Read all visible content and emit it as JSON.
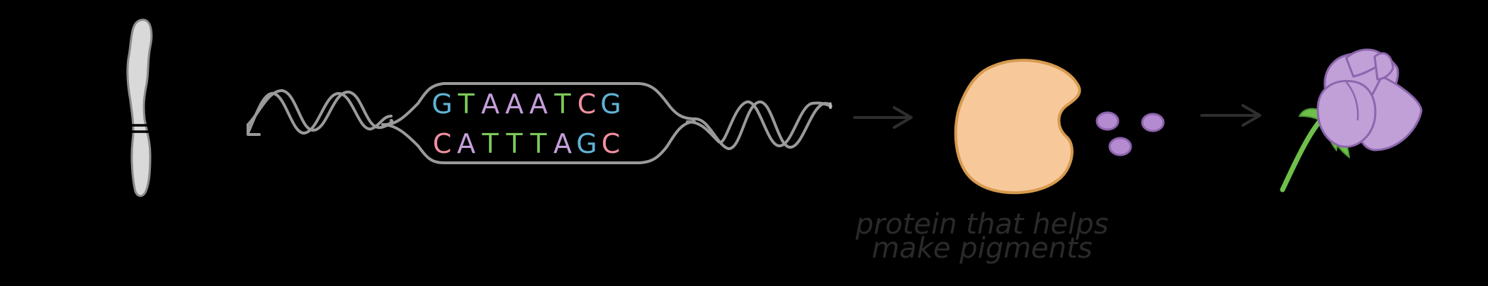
{
  "colors": {
    "background": "#000000",
    "chromosome_fill": "#d9d9d9",
    "chromosome_stroke": "#8c8c8c",
    "dna_stroke": "#9a9a9a",
    "base_G": "#5fb3d6",
    "base_T": "#7cc85a",
    "base_A": "#c59fdb",
    "base_C": "#f08fa0",
    "protein_fill": "#f7c89a",
    "protein_stroke": "#d79a4f",
    "pigment_fill": "#b48ad1",
    "pigment_stroke": "#8c63ad",
    "flower_fill": "#c1a0d8",
    "flower_stroke": "#8c66ad",
    "stem": "#6fbf4b",
    "arrow": "#2e2e2e",
    "caption": "#2a2a2a"
  },
  "dna": {
    "top_strand": [
      "G",
      "T",
      "A",
      "A",
      "A",
      "T",
      "C",
      "G"
    ],
    "bottom_strand": [
      "C",
      "A",
      "T",
      "T",
      "T",
      "A",
      "G",
      "C"
    ]
  },
  "caption": {
    "line1": "protein that helps",
    "line2": "make pigments"
  },
  "icons": [
    "chromosome-icon",
    "dna-helix-icon",
    "protein-icon",
    "pigment-molecule-icon",
    "flower-icon",
    "arrow-icon"
  ]
}
